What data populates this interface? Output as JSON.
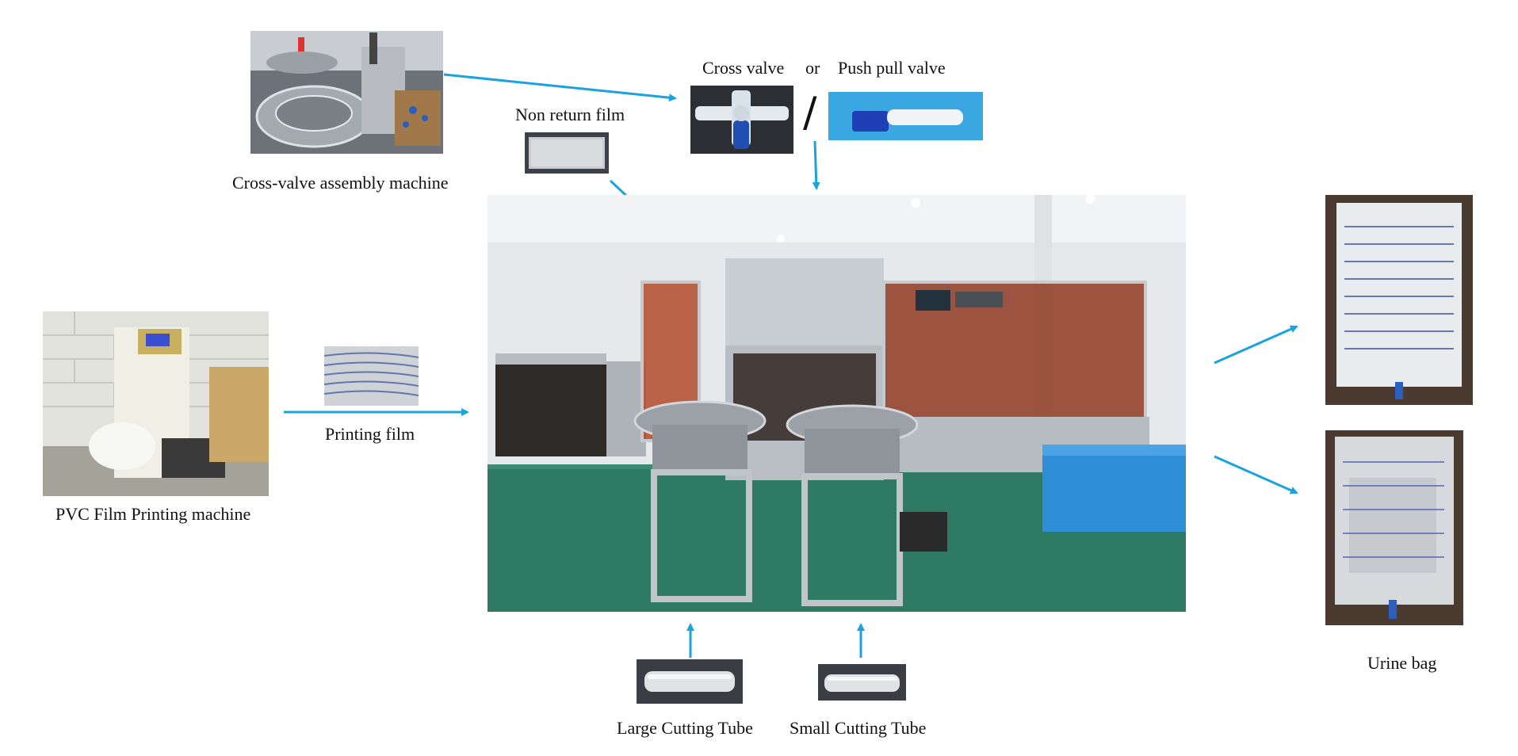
{
  "labels": {
    "cross_valve_assembly": "Cross-valve assembly machine",
    "cross_valve": "Cross valve",
    "or": "or",
    "push_pull_valve": "Push pull valve",
    "slash": "/",
    "non_return_film": "Non return film",
    "printing_film": "Printing film",
    "pvc_machine": "PVC Film Printing machine",
    "large_tube": "Large Cutting Tube",
    "small_tube": "Small Cutting Tube",
    "urine_bag": "Urine bag"
  },
  "colors": {
    "arrow": "#1aa3dd",
    "machine_steel": "#b9bec4",
    "floor": "#2f7a63",
    "crate": "#2f8fd6",
    "valve_blue": "#1f4fb0",
    "bag_bg": "#4a3a30"
  }
}
